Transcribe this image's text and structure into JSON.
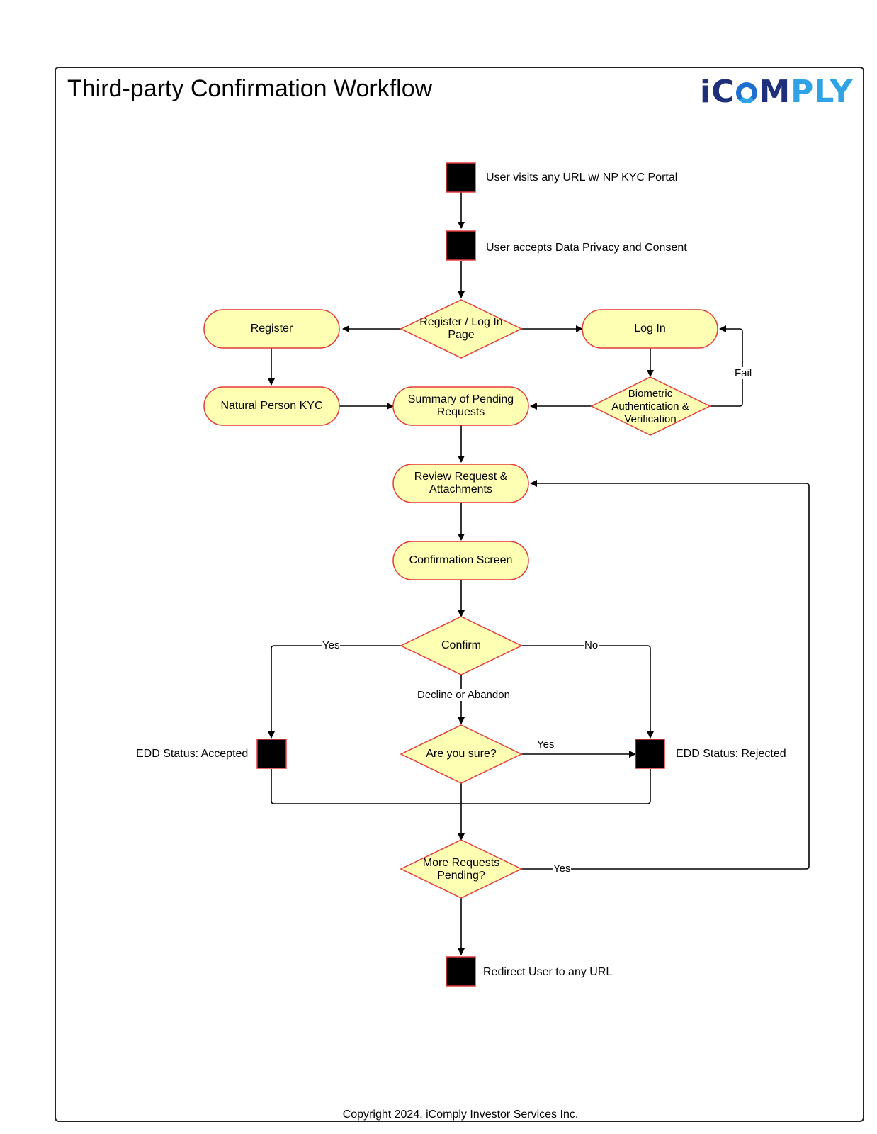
{
  "title": "Third-party Confirmation Workflow",
  "logo": {
    "part1": "iC",
    "part2": "M",
    "part3": "PLY",
    "brand_dark": "#1f2f7a",
    "brand_light": "#2fa3e6"
  },
  "colors": {
    "node_fill": "#ffffb3",
    "node_border": "#e23b3b",
    "terminal": "#000000",
    "line": "#000000"
  },
  "terminals": {
    "start": "User visits any URL w/ NP KYC Portal",
    "consent": "User accepts Data Privacy and Consent",
    "accepted": "EDD Status: Accepted",
    "rejected": "EDD Status: Rejected",
    "redirect": "Redirect User to any URL"
  },
  "nodes": {
    "register": "Register",
    "login": "Log In",
    "np_kyc": "Natural Person KYC",
    "summary": "Summary of Pending Requests",
    "review": "Review Request & Attachments",
    "confirmation_screen": "Confirmation Screen"
  },
  "decisions": {
    "register_login": "Register / Log In Page",
    "biometric": "Biometric Authentication & Verification",
    "confirm": "Confirm",
    "are_you_sure": "Are you sure?",
    "more_requests": "More Requests Pending?"
  },
  "edge_labels": {
    "fail": "Fail",
    "confirm_yes": "Yes",
    "confirm_no": "No",
    "decline": "Decline or Abandon",
    "sure_yes": "Yes",
    "more_yes": "Yes"
  },
  "footer": "Copyright 2024, iComply Investor Services Inc."
}
